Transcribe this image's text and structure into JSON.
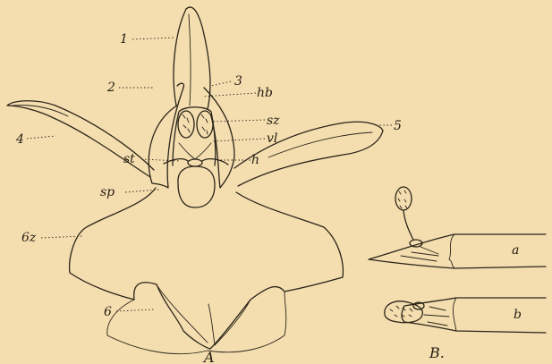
{
  "figure": {
    "panel_a_label": "A",
    "panel_b_label": "B.",
    "labels": {
      "l1": "1",
      "l2": "2",
      "l3": "3",
      "l4": "4",
      "l5": "5",
      "l6": "6",
      "l6z": "6z",
      "hb": "hb",
      "sz": "sz",
      "vl": "vl",
      "st": "st",
      "h": "h",
      "sp": "sp",
      "a": "a",
      "b": "b"
    },
    "colors": {
      "paper": "#f4deb0",
      "ink": "#2b2418"
    }
  }
}
